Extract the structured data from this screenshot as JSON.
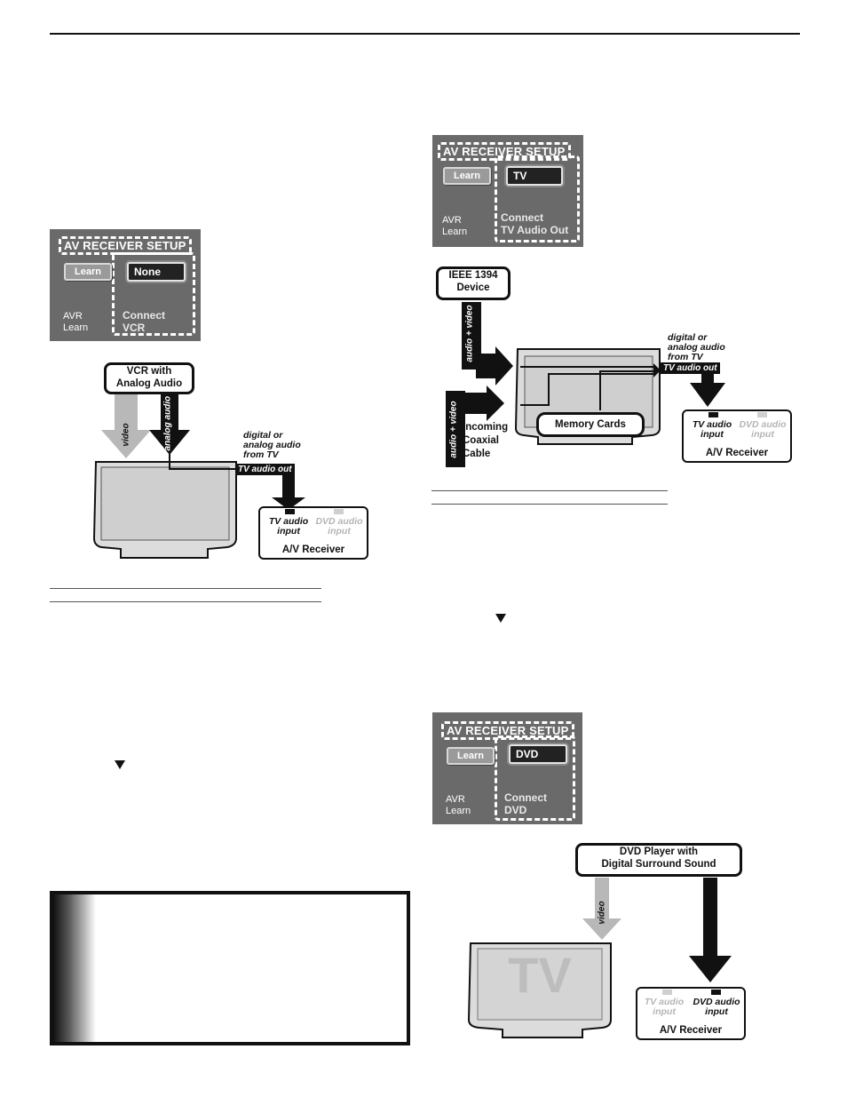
{
  "panels": [
    {
      "id": "vcr",
      "title": "AV RECEIVER SETUP",
      "learn_label": "Learn",
      "value": "None",
      "avr_line1": "AVR",
      "avr_line2": "Learn",
      "connect_line1": "Connect",
      "connect_line2": "VCR"
    },
    {
      "id": "tv",
      "title": "AV RECEIVER SETUP",
      "learn_label": "Learn",
      "value": "TV",
      "avr_line1": "AVR",
      "avr_line2": "Learn",
      "connect_line1": "Connect",
      "connect_line2": "TV Audio Out"
    },
    {
      "id": "dvd",
      "title": "AV RECEIVER SETUP",
      "learn_label": "Learn",
      "value": "DVD",
      "avr_line1": "AVR",
      "avr_line2": "Learn",
      "connect_line1": "Connect",
      "connect_line2": "DVD"
    }
  ],
  "diagram_vcr": {
    "source_line1": "VCR with",
    "source_line2": "Analog Audio",
    "video_label": "video",
    "audio_label": "analog audio",
    "note_line1": "digital or",
    "note_line2": "analog audio",
    "note_line3": "from TV",
    "out_label": "TV audio out",
    "receiver": {
      "in1_line1": "TV audio",
      "in1_line2": "input",
      "in2_line1": "DVD audio",
      "in2_line2": "input",
      "name": "A/V Receiver"
    }
  },
  "diagram_tv": {
    "device_line1": "IEEE 1394",
    "device_line2": "Device",
    "av_label_1": "audio + video",
    "av_label_2": "audio + video",
    "cable_line1": "Incoming",
    "cable_line2": "Coaxial",
    "cable_line3": "Cable",
    "memory_label": "Memory Cards",
    "note_line1": "digital or",
    "note_line2": "analog audio",
    "note_line3": "from TV",
    "out_label": "TV audio out",
    "receiver": {
      "in1_line1": "TV audio",
      "in1_line2": "input",
      "in2_line1": "DVD audio",
      "in2_line2": "input",
      "name": "A/V Receiver"
    }
  },
  "diagram_dvd": {
    "source_line1": "DVD Player with",
    "source_line2": "Digital Surround Sound",
    "video_label": "video",
    "tv_text": "TV",
    "receiver": {
      "in1_line1": "TV audio",
      "in1_line2": "input",
      "in2_line1": "DVD audio",
      "in2_line2": "input",
      "name": "A/V Receiver"
    }
  }
}
